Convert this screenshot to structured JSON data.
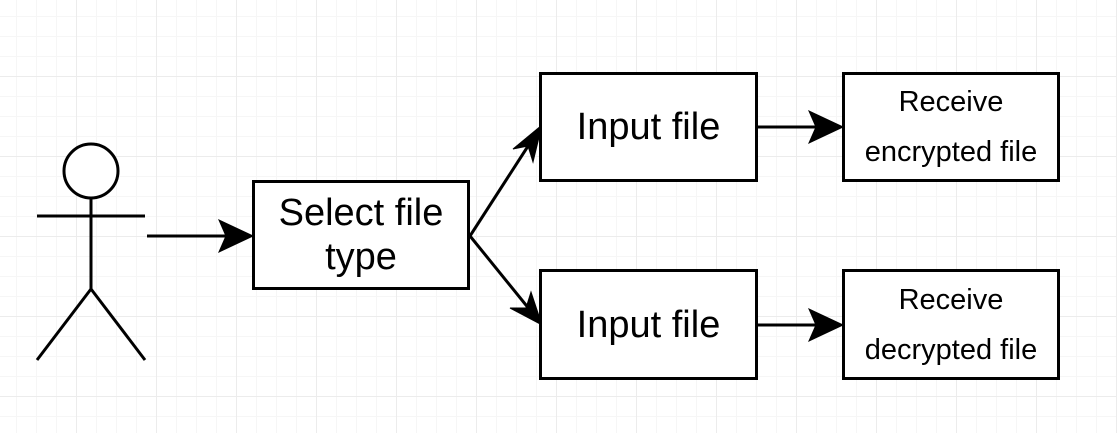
{
  "nodes": {
    "select": "Select file type",
    "input_top": "Input file",
    "input_bottom": "Input file",
    "receive_top": [
      "Receive",
      "encrypted file"
    ],
    "receive_bottom": [
      "Receive",
      "decrypted file"
    ]
  }
}
